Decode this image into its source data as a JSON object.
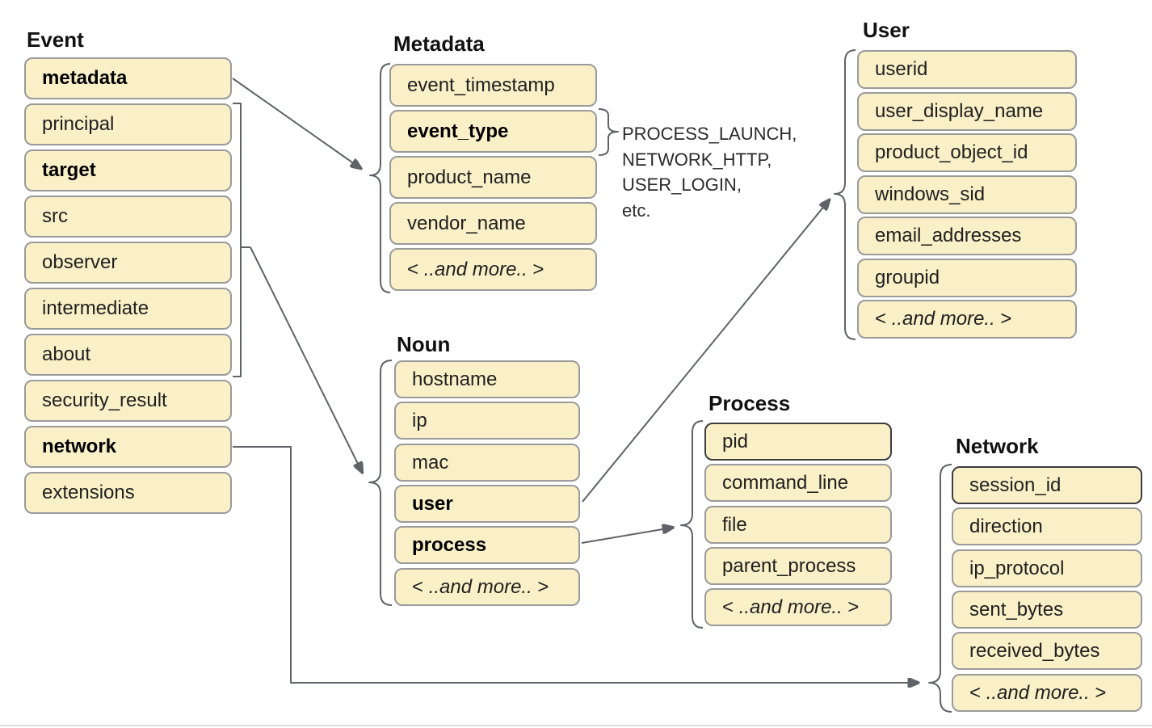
{
  "diagram": {
    "groups": [
      {
        "id": "event",
        "title": "Event",
        "items": [
          {
            "label": "metadata",
            "bold": true
          },
          {
            "label": "principal"
          },
          {
            "label": "target",
            "bold": true
          },
          {
            "label": "src"
          },
          {
            "label": "observer"
          },
          {
            "label": "intermediate"
          },
          {
            "label": "about"
          },
          {
            "label": "security_result"
          },
          {
            "label": "network",
            "bold": true
          },
          {
            "label": "extensions"
          }
        ]
      },
      {
        "id": "metadata",
        "title": "Metadata",
        "items": [
          {
            "label": "event_timestamp"
          },
          {
            "label": "event_type",
            "bold": true
          },
          {
            "label": "product_name"
          },
          {
            "label": "vendor_name"
          },
          {
            "label": "< ..and more.. >",
            "italic": true
          }
        ]
      },
      {
        "id": "user",
        "title": "User",
        "items": [
          {
            "label": "userid"
          },
          {
            "label": "user_display_name"
          },
          {
            "label": "product_object_id"
          },
          {
            "label": "windows_sid"
          },
          {
            "label": "email_addresses"
          },
          {
            "label": "groupid"
          },
          {
            "label": "< ..and more.. >",
            "italic": true
          }
        ]
      },
      {
        "id": "noun",
        "title": "Noun",
        "items": [
          {
            "label": "hostname"
          },
          {
            "label": "ip"
          },
          {
            "label": "mac"
          },
          {
            "label": "user",
            "bold": true
          },
          {
            "label": "process",
            "bold": true
          },
          {
            "label": "< ..and more.. >",
            "italic": true
          }
        ]
      },
      {
        "id": "process",
        "title": "Process",
        "items": [
          {
            "label": "pid",
            "dark": true
          },
          {
            "label": "command_line"
          },
          {
            "label": "file"
          },
          {
            "label": "parent_process"
          },
          {
            "label": "< ..and more.. >",
            "italic": true
          }
        ]
      },
      {
        "id": "network",
        "title": "Network",
        "items": [
          {
            "label": "session_id",
            "dark": true
          },
          {
            "label": "direction"
          },
          {
            "label": "ip_protocol"
          },
          {
            "label": "sent_bytes"
          },
          {
            "label": "received_bytes"
          },
          {
            "label": "< ..and more.. >",
            "italic": true
          }
        ]
      }
    ],
    "annotation": {
      "lines": [
        "PROCESS_LAUNCH,",
        "NETWORK_HTTP,",
        "USER_LOGIN,",
        "etc."
      ]
    },
    "connections": [
      {
        "from": "Event.metadata",
        "to": "Metadata"
      },
      {
        "from": "Event.principal...about",
        "to": "Noun"
      },
      {
        "from": "Metadata.event_type",
        "to": "annotation"
      },
      {
        "from": "Noun.user",
        "to": "User"
      },
      {
        "from": "Noun.process",
        "to": "Process"
      },
      {
        "from": "Event.network",
        "to": "Network"
      }
    ],
    "colors": {
      "box_fill": "#faf0c8",
      "box_border": "#9a9a9a",
      "box_border_dark": "#3d3d3d",
      "connector": "#5f6368",
      "text": "#202020",
      "title": "#111111",
      "page_edge": "#dadce0"
    }
  }
}
